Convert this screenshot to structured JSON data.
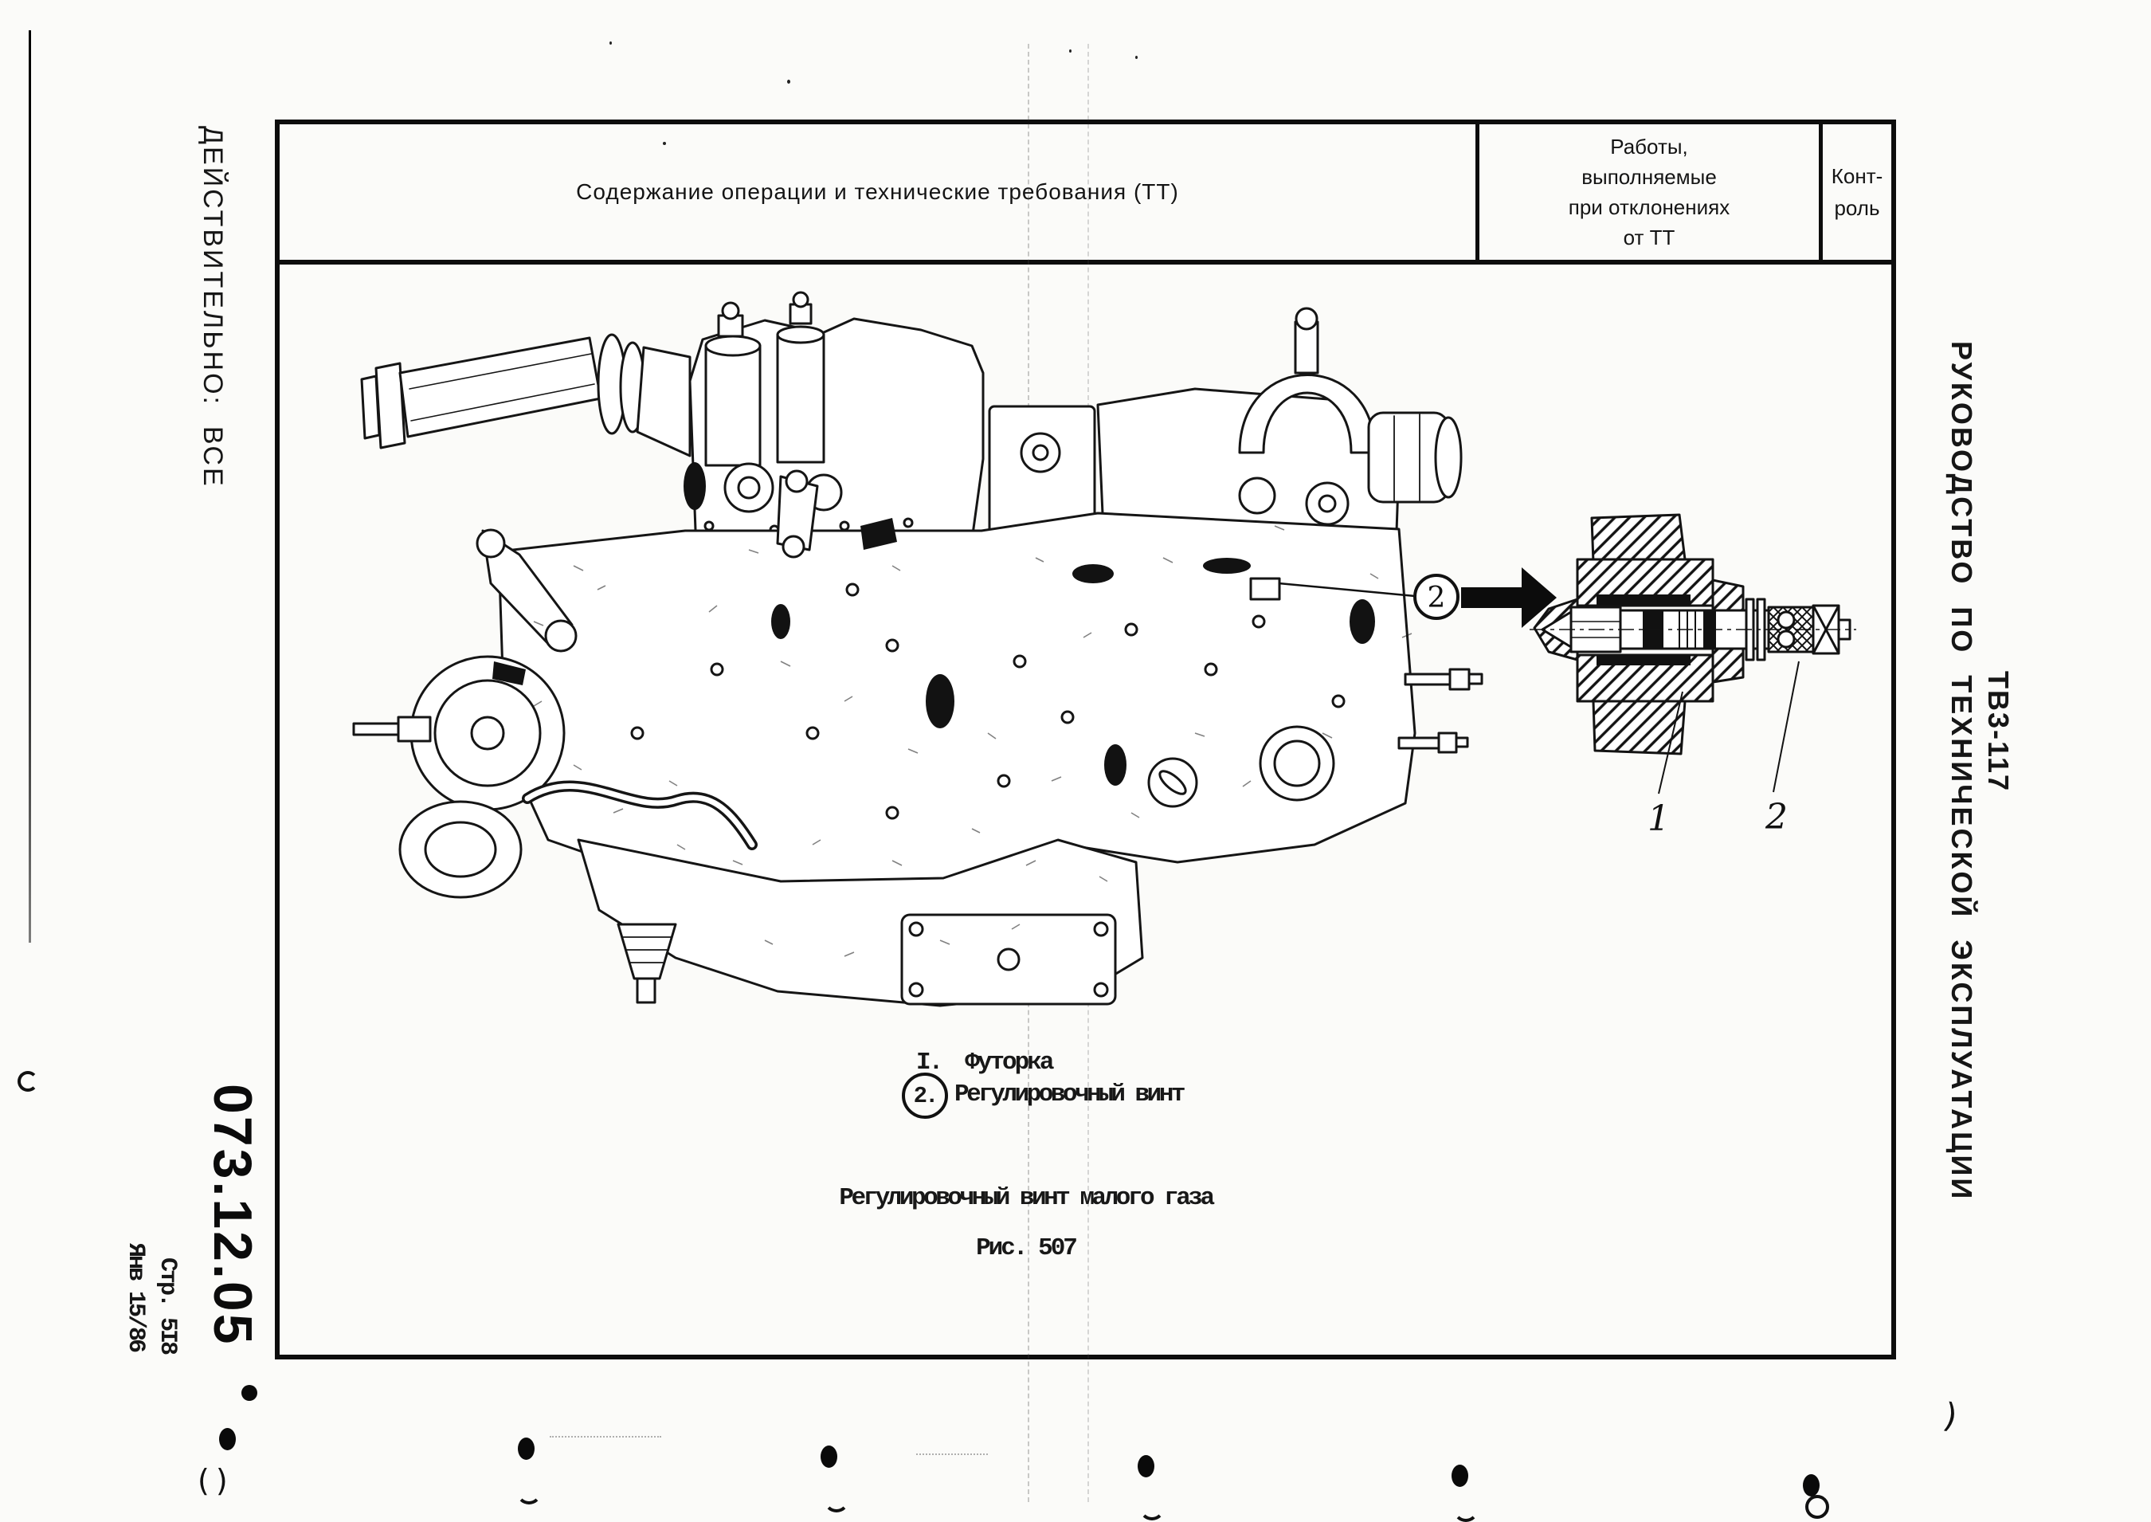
{
  "margin_left": {
    "validity": "ДЕЙСТВИТЕЛЬНО:  ВСЕ",
    "task_number": "073.12.05",
    "page_ref": "Стр. 5I8",
    "date_ref": "Янв 15/86"
  },
  "margin_right": {
    "model": "ТВ3-117",
    "manual_title": "РУКОВОДСТВО  ПО  ТЕХНИЧЕСКОЙ  ЭКСПЛУАТАЦИИ"
  },
  "table": {
    "col_operation": "Содержание операции и технические требования (ТТ)",
    "col_deviation_line1": "Работы,",
    "col_deviation_line2": "выполняемые",
    "col_deviation_line3": "при отклонениях",
    "col_deviation_line4": "от ТТ",
    "col_control_line1": "Конт-",
    "col_control_line2": "роль"
  },
  "figure": {
    "callout_number": "2",
    "detail_label_1": "1",
    "detail_label_2": "2",
    "legend_1_num": "I.",
    "legend_1_text": "Футорка",
    "legend_2_num": "2.",
    "legend_2_text": "Регулировочный винт",
    "caption": "Регулировочный винт малого газа",
    "figure_ref": "Рис. 507"
  }
}
